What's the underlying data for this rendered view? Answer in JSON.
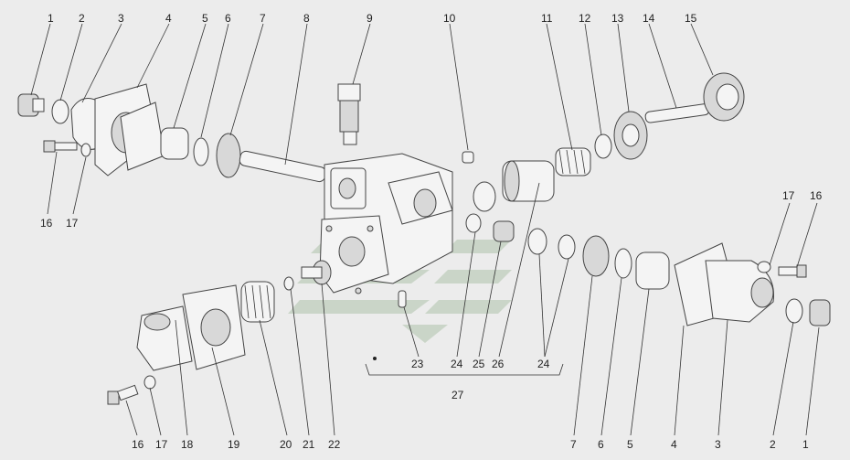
{
  "diagram": {
    "callouts_top": [
      "1",
      "2",
      "3",
      "4",
      "5",
      "6",
      "7",
      "8",
      "9",
      "10",
      "11",
      "12",
      "13",
      "14",
      "15"
    ],
    "callouts_left": [
      "16",
      "17"
    ],
    "callouts_right": [
      "17",
      "16"
    ],
    "callouts_bottom": [
      "16",
      "17",
      "18",
      "19",
      "20",
      "21",
      "22",
      "23",
      "24",
      "25",
      "26",
      "24",
      "7",
      "6",
      "5",
      "4",
      "3",
      "2",
      "1"
    ],
    "assembly_label": "27",
    "watermark_color": "#c7d3c5"
  }
}
